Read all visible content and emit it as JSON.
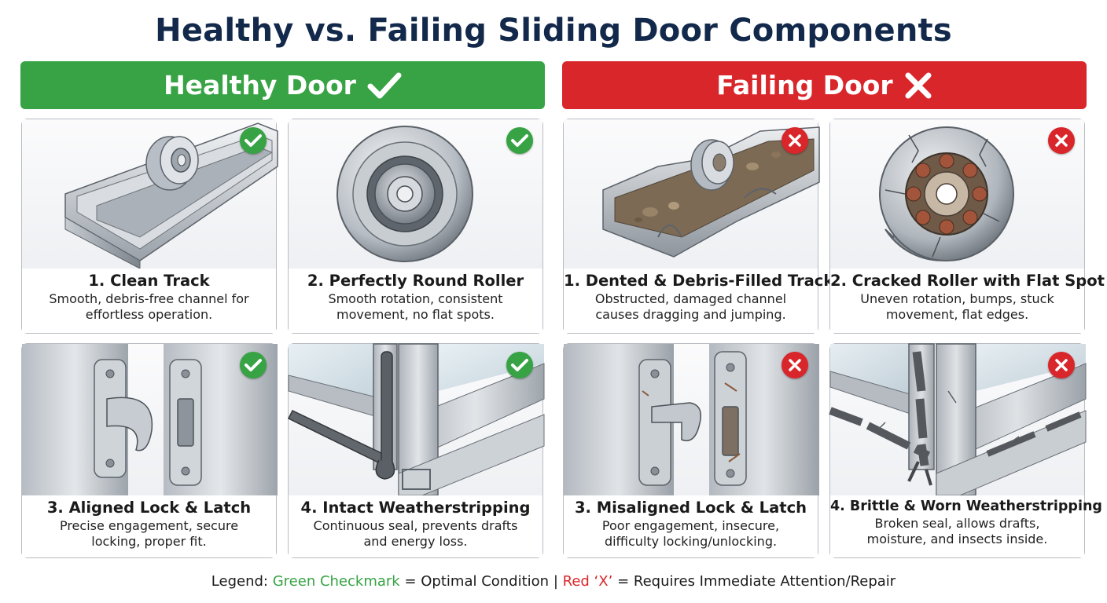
{
  "title": "Healthy vs. Failing Sliding Door Components",
  "healthy_banner": {
    "label": "Healthy Door",
    "icon": "checkmark-icon",
    "color": "#37a344"
  },
  "failing_banner": {
    "label": "Failing Door",
    "icon": "x-icon",
    "color": "#d9262b"
  },
  "cards": {
    "healthy_track": {
      "title": "1. Clean Track",
      "desc": "Smooth, debris-free channel for effortless operation.",
      "status": "ok"
    },
    "healthy_roller": {
      "title": "2. Perfectly Round Roller",
      "desc": "Smooth rotation, consistent movement, no flat spots.",
      "status": "ok"
    },
    "failing_track": {
      "title": "1. Dented & Debris-Filled Track",
      "desc": "Obstructed, damaged channel causes dragging and jumping.",
      "status": "bad"
    },
    "failing_roller": {
      "title": "2. Cracked Roller with Flat Spot",
      "desc": "Uneven rotation, bumps, stuck movement, flat edges.",
      "status": "bad"
    },
    "healthy_lock": {
      "title": "3. Aligned Lock & Latch",
      "desc": "Precise engagement, secure locking, proper fit.",
      "status": "ok"
    },
    "healthy_weather": {
      "title": "4. Intact Weatherstripping",
      "desc": "Continuous seal, prevents drafts and energy loss.",
      "status": "ok"
    },
    "failing_lock": {
      "title": "3. Misaligned Lock & Latch",
      "desc": "Poor engagement, insecure, difficulty locking/unlocking.",
      "status": "bad"
    },
    "failing_weather": {
      "title": "4. Brittle & Worn Weatherstripping",
      "desc": "Broken seal, allows drafts, moisture, and insects inside.",
      "status": "bad"
    }
  },
  "legend": {
    "prefix": "Legend:",
    "green_term": "Green Checkmark",
    "green_meaning": "= Optimal Condition",
    "separator": "|",
    "red_term": "Red ‘X’",
    "red_meaning": "= Requires Immediate Attention/Repair"
  }
}
